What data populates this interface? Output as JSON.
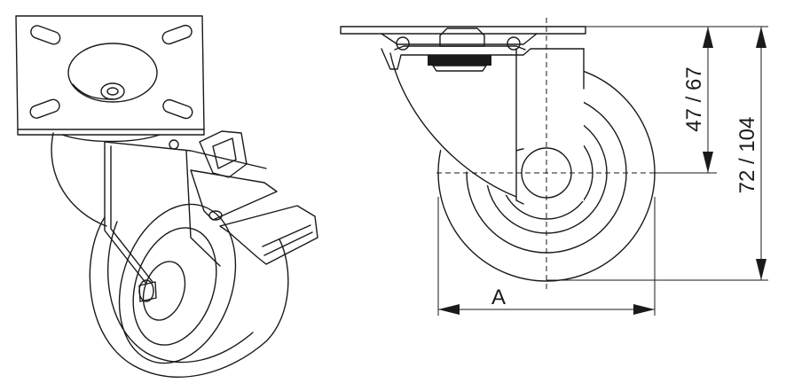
{
  "drawing": {
    "dim_small_height": "47 / 67",
    "dim_total_height": "72 / 104",
    "dim_width": "A"
  }
}
